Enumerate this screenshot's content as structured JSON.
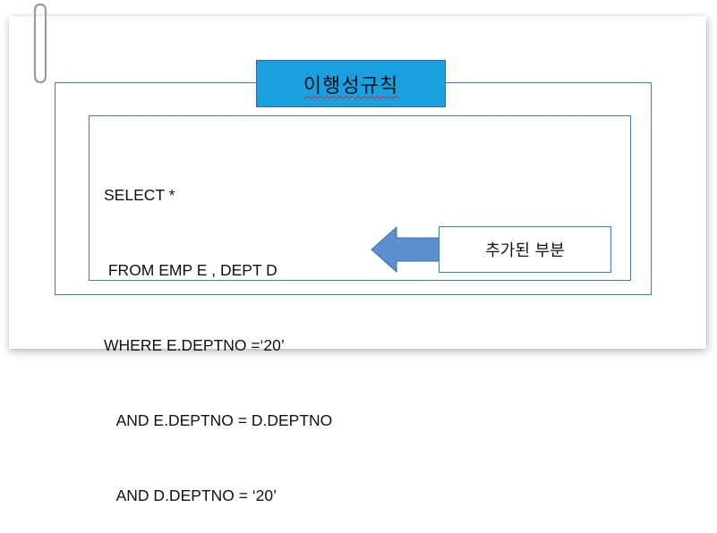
{
  "title": "이행성규칙",
  "sql_lines": [
    "SELECT *",
    " FROM EMP E , DEPT D",
    "WHERE E.DEPTNO =‘20’",
    "   AND E.DEPTNO = D.DEPTNO",
    "   AND D.DEPTNO = ‘20’"
  ],
  "callout": "추가된 부분",
  "colors": {
    "title_bg": "#1a9fe0",
    "border": "#4a7ab3",
    "arrow": "#5b8fd0"
  }
}
